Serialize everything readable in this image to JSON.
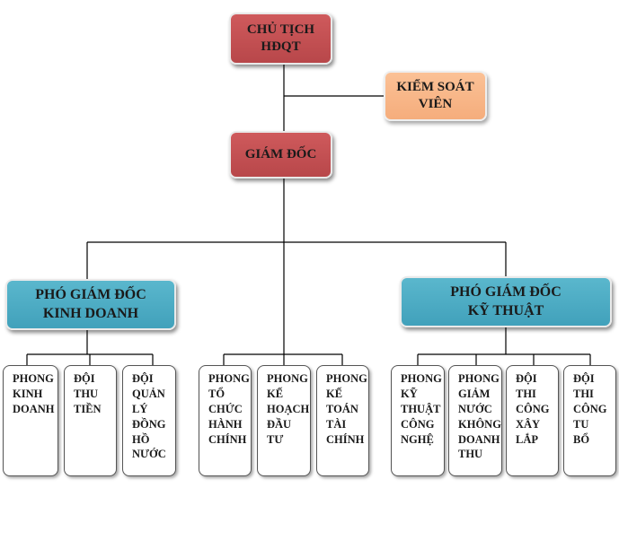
{
  "chairman": "CHỦ TỊCH\nHĐQT",
  "supervisor": "KIỂM SOÁT\nVIÊN",
  "director": "GIÁM ĐỐC",
  "deputy_business": "PHÓ GIÁM ĐỐC\nKINH DOANH",
  "deputy_technical": "PHÓ GIÁM ĐỐC\nKỸ THUẬT",
  "units": {
    "business_dept": "PHONG\nKINH\nDOANH",
    "revenue_team": "ĐỘI\nTHU\nTIỀN",
    "meter_team": "ĐỘI\nQUẢN\nLÝ\nĐỒNG\nHỒ\nNƯỚC",
    "admin_dept": "PHONG\nTỔ\nCHỨC\nHÀNH\nCHÍNH",
    "planning_dept": "PHONG\nKẾ\nHOẠCH\nĐẦU\nTƯ",
    "accounting_dept": "PHONG\nKẾ\nTOÁN\nTÀI\nCHÍNH",
    "tech_dept": "PHONG\nKỸ\nTHUẬT\nCÔNG\nNGHỆ",
    "nrw_dept": "PHONG\nGIẢM\nNƯỚC\nKHÔNG\nDOANH\nTHU",
    "construction_team": "ĐỘI\nTHI\nCÔNG\nXÂY\nLẮP",
    "renovation_team": "ĐỘI\nTHI\nCÔNG\nTU\nBỔ"
  },
  "colors": {
    "chairman": "#c0504d",
    "supervisor": "#fac090",
    "director": "#c0504d",
    "deputy": "#4bacc6",
    "line": "#000000"
  }
}
